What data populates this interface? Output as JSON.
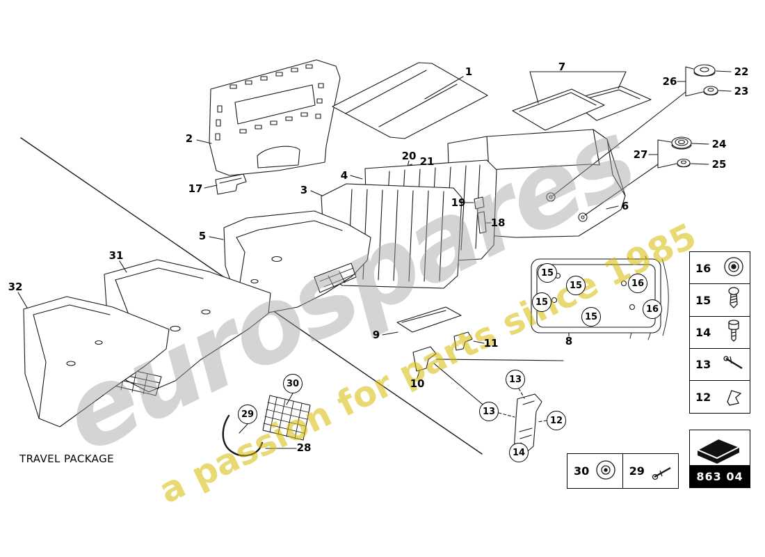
{
  "page": {
    "title": "TRAVEL PACKAGE"
  },
  "watermark": {
    "brand": "eurospares",
    "tagline": "a passion for parts since 1985"
  },
  "colors": {
    "line": "#161616",
    "watermark_gray": "#a0a0a0",
    "watermark_yellow": "#d6b900"
  },
  "plain_labels": [
    "1",
    "7",
    "2",
    "17",
    "20",
    "21",
    "4",
    "3",
    "19",
    "18",
    "6",
    "5",
    "26",
    "22",
    "23",
    "27",
    "24",
    "25",
    "31",
    "32",
    "9",
    "11",
    "10",
    "8",
    "28"
  ],
  "circle_labels": [
    "15",
    "15",
    "15",
    "15",
    "16",
    "16",
    "13",
    "13",
    "12",
    "14",
    "30",
    "29"
  ],
  "sidebar": {
    "rows": [
      {
        "number": "16",
        "icon": "grommet-icon"
      },
      {
        "number": "15",
        "icon": "screw-icon"
      },
      {
        "number": "14",
        "icon": "bolt-icon"
      },
      {
        "number": "13",
        "icon": "pin-icon"
      },
      {
        "number": "12",
        "icon": "clip-icon"
      }
    ]
  },
  "fastener_boxes": [
    {
      "number": "30",
      "icon": "washer-icon"
    },
    {
      "number": "29",
      "icon": "rivet-icon"
    }
  ],
  "code_box": {
    "code": "863 04",
    "icon": "carpet-wedge-icon"
  }
}
